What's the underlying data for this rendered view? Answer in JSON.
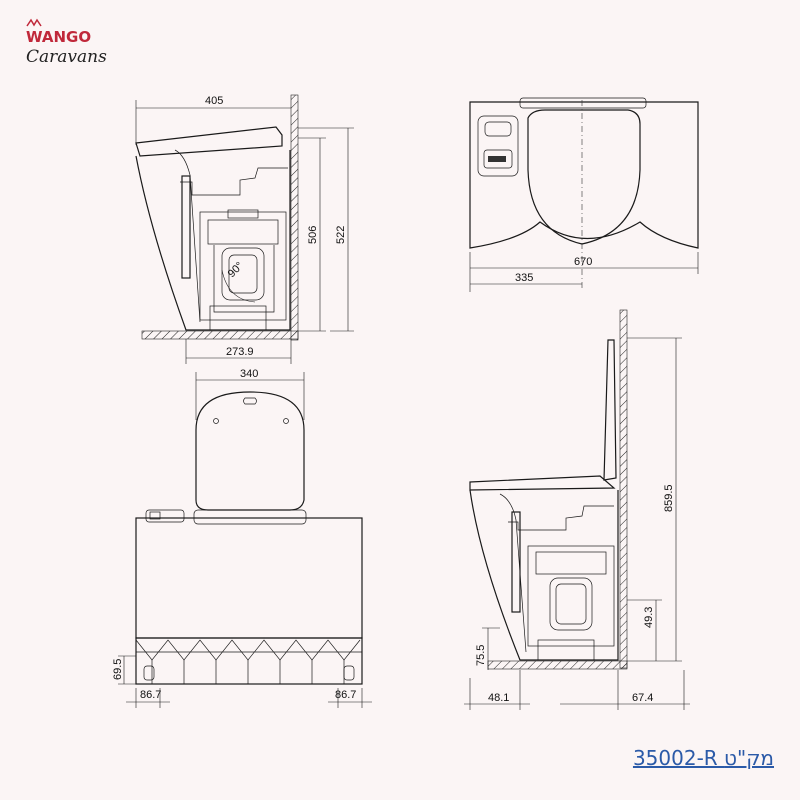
{
  "brand": {
    "line1": "WANGO",
    "line2": "Caravans"
  },
  "sku_label": "35002-R מק\"ט",
  "dimensions": {
    "side_top_width": "405",
    "side_height_inner": "506",
    "side_height_outer": "522",
    "side_angle": "90°",
    "side_bottom_width": "273.9",
    "top_view_width": "670",
    "top_view_offset": "335",
    "front_seat_width": "340",
    "front_base_height": "69.5",
    "front_left_foot": "86.7",
    "front_right_foot": "86.7",
    "raised_height": "859.5",
    "raised_bottom_height": "75.5",
    "raised_side_height": "49.3",
    "raised_left_offset": "48.1",
    "raised_right_offset": "67.4"
  },
  "colors": {
    "background": "#fbf5f5",
    "brand_red": "#c0283a",
    "sku_blue": "#2b5aa8"
  }
}
